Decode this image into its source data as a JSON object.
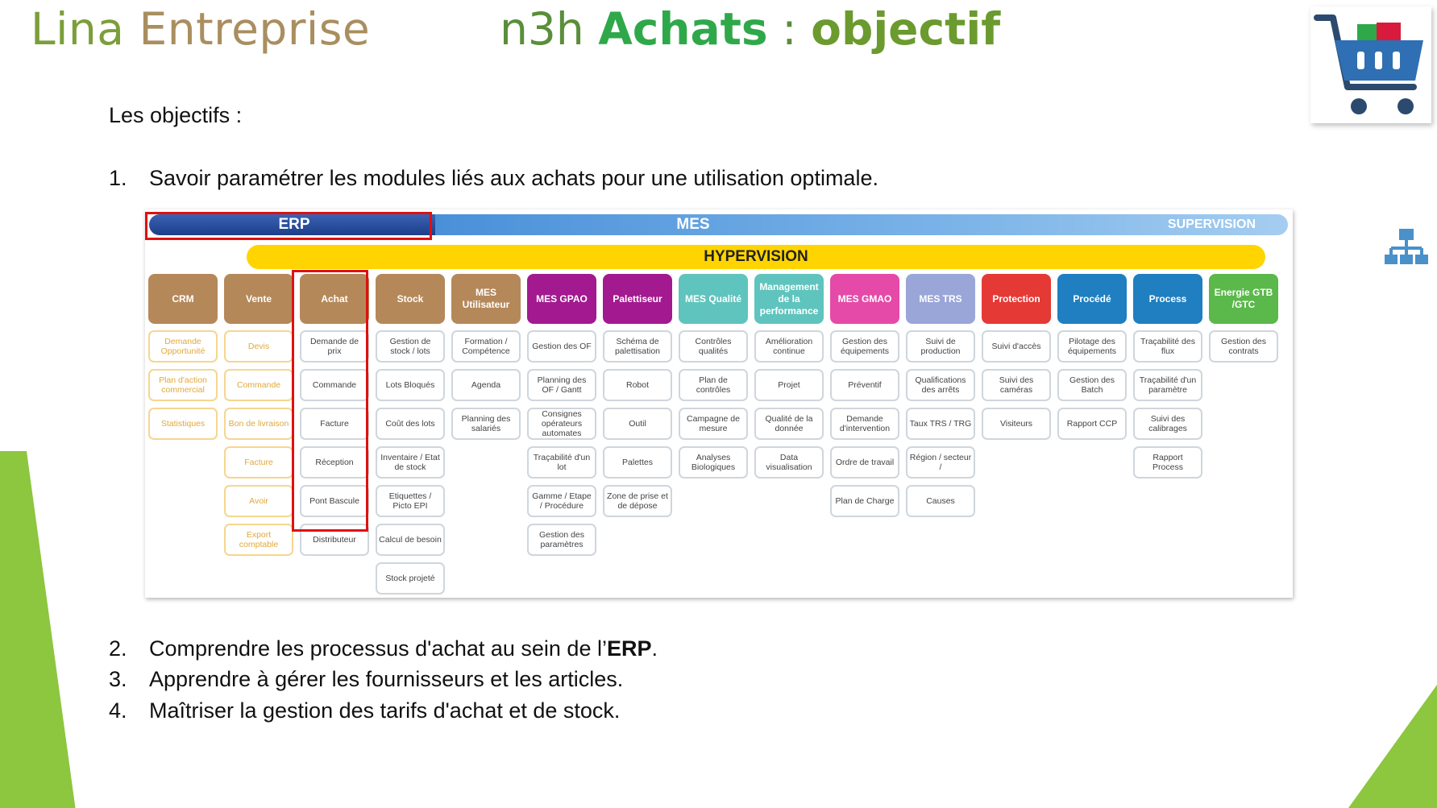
{
  "slide": {
    "brand_word1": "Lina",
    "brand_word2": "Entreprise",
    "title_part1": "n3h",
    "title_part2": "Achats",
    "title_part3": ":",
    "title_part4": "objectif",
    "lead": "Les objectifs :",
    "objectives": [
      {
        "num": "1.",
        "text": "Savoir paramétrer les modules liés aux achats pour une utilisation optimale."
      },
      {
        "num": "2.",
        "text_before": "Comprendre les processus d'achat au sein de l’",
        "text_bold": "ERP",
        "text_after": "."
      },
      {
        "num": "3.",
        "text": "Apprendre à gérer les fournisseurs et les articles."
      },
      {
        "num": "4.",
        "text": "Maîtriser la gestion des tarifs d'achat et de stock."
      }
    ],
    "icons": {
      "cart": "shopping-cart-icon",
      "org": "org-chart-icon"
    },
    "colors": {
      "brand_green": "#7c9e3a",
      "brand_tan": "#a98e5f",
      "title_green": "#2fa84a",
      "highlight_red": "#e01010"
    }
  },
  "diagram": {
    "band_erp": "ERP",
    "band_mes": "MES",
    "band_supervision": "SUPERVISION",
    "band_hypervision": "HYPERVISION",
    "columns": [
      {
        "header": "CRM",
        "color": "#b5885a",
        "faded": true,
        "items": [
          "Demande Opportunité",
          "Plan d'action commercial",
          "Statistiques"
        ]
      },
      {
        "header": "Vente",
        "color": "#b5885a",
        "faded": true,
        "items": [
          "Devis",
          "Commande",
          "Bon de livraison",
          "Facture",
          "Avoir",
          "Export comptable"
        ]
      },
      {
        "header": "Achat",
        "color": "#b5885a",
        "faded": false,
        "items": [
          "Demande de prix",
          "Commande",
          "Facture",
          "Réception",
          "Pont Bascule",
          "Distributeur"
        ]
      },
      {
        "header": "Stock",
        "color": "#b5885a",
        "faded": false,
        "items": [
          "Gestion de stock / lots",
          "Lots Bloqués",
          "Coût des lots",
          "Inventaire / Etat de stock",
          "Etiquettes / Picto EPI",
          "Calcul de besoin",
          "Stock projeté"
        ]
      },
      {
        "header": "MES Utilisateur",
        "color": "#b5885a",
        "faded": false,
        "items": [
          "Formation / Compétence",
          "Agenda",
          "Planning des salariés"
        ]
      },
      {
        "header": "MES GPAO",
        "color": "#a3198f",
        "faded": false,
        "items": [
          "Gestion des OF",
          "Planning des OF / Gantt",
          "Consignes opérateurs automates",
          "Traçabilité d'un lot",
          "Gamme / Etape / Procédure",
          "Gestion des paramètres"
        ]
      },
      {
        "header": "Palettiseur",
        "color": "#a3198f",
        "faded": false,
        "items": [
          "Schéma de palettisation",
          "Robot",
          "Outil",
          "Palettes",
          "Zone de prise et de dépose"
        ]
      },
      {
        "header": "MES Qualité",
        "color": "#5fc4bd",
        "faded": false,
        "items": [
          "Contrôles qualités",
          "Plan de contrôles",
          "Campagne de mesure",
          "Analyses Biologiques"
        ]
      },
      {
        "header": "Management de la performance",
        "color": "#5fc4bd",
        "faded": false,
        "items": [
          "Amélioration continue",
          "Projet",
          "Qualité de la donnée",
          "Data visualisation"
        ]
      },
      {
        "header": "MES GMAO",
        "color": "#e54aa8",
        "faded": false,
        "items": [
          "Gestion des équipements",
          "Préventif",
          "Demande d'intervention",
          "Ordre de travail",
          "Plan de Charge"
        ]
      },
      {
        "header": "MES TRS",
        "color": "#9aa6d8",
        "faded": false,
        "items": [
          "Suivi de production",
          "Qualifications des arrêts",
          "Taux TRS / TRG",
          "Région / secteur /",
          "Causes"
        ]
      },
      {
        "header": "Protection",
        "color": "#e53935",
        "faded": false,
        "items": [
          "Suivi d'accès",
          "Suivi des caméras",
          "Visiteurs"
        ]
      },
      {
        "header": "Procédé",
        "color": "#1f7fc0",
        "faded": false,
        "items": [
          "Pilotage des équipements",
          "Gestion des Batch",
          "Rapport CCP"
        ]
      },
      {
        "header": "Process",
        "color": "#1f7fc0",
        "faded": false,
        "items": [
          "Traçabilité des flux",
          "Traçabilité d'un paramètre",
          "Suivi des calibrages",
          "Rapport Process"
        ]
      },
      {
        "header": "Energie GTB /GTC",
        "color": "#5bb84a",
        "faded": false,
        "items": [
          "Gestion des contrats"
        ]
      }
    ]
  }
}
